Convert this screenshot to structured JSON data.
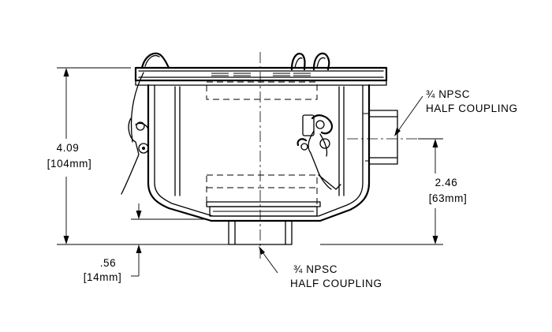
{
  "dimensions": {
    "overall_height": {
      "inches": "4.09",
      "metric": "[104mm]"
    },
    "side_outlet_height": {
      "inches": "2.46",
      "metric": "[63mm]"
    },
    "bottom_outlet_depth": {
      "inches": ".56",
      "metric": "[14mm]"
    }
  },
  "callouts": {
    "side": {
      "size": "¾ NPSC",
      "type": "HALF COUPLING"
    },
    "bottom": {
      "size": "¾ NPSC",
      "type": "HALF COUPLING"
    }
  }
}
